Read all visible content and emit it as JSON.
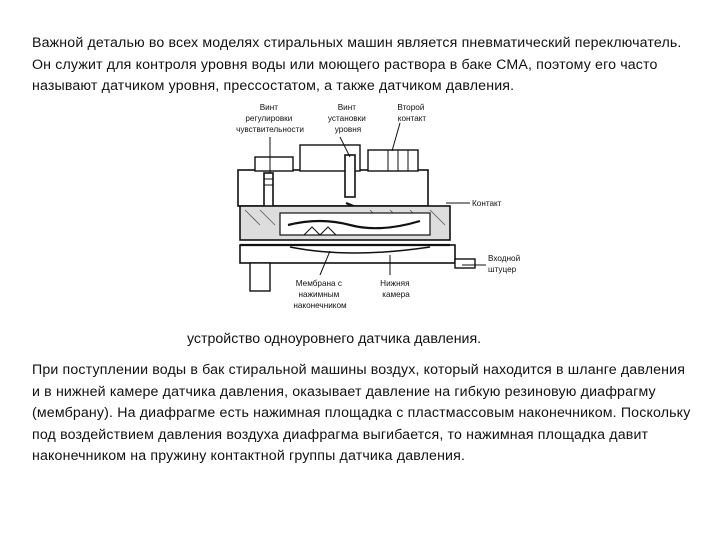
{
  "text": {
    "intro": "Важной деталью во всех моделях стиральных машин является пневматический переключатель. Он служит для контроля уровня воды или моющего раствора в баке СМА, поэтому его часто называют датчиком уровня, прессостатом, а также датчиком давления.",
    "caption": "устройство одноуровнего датчика давления.",
    "body": "При поступлении воды в бак стиральной машины воздух, который находится в шланге давления и в нижней камере датчика давления, оказывает давление на гибкую резиновую диафрагму (мембрану). На диафрагме есть нажимная площадка с пластмассовым наконечником. Поскольку под воздействием давления воздуха диафрагма выгибается, то нажимная площадка давит наконечником на пружину контактной группы датчика давления."
  },
  "diagram": {
    "labels": {
      "sensitivity_screw": [
        "Винт",
        "регулировки",
        "чувствительности"
      ],
      "level_screw": [
        "Винт",
        "установки",
        "уровня"
      ],
      "second_contact": [
        "Второй",
        "контакт"
      ],
      "contact": [
        "Контакт"
      ],
      "inlet": [
        "Входной",
        "штуцер"
      ],
      "membrane": [
        "Мембрана с",
        "нажимным",
        "наконечником"
      ],
      "lower_chamber": [
        "Нижняя",
        "камера"
      ]
    }
  }
}
